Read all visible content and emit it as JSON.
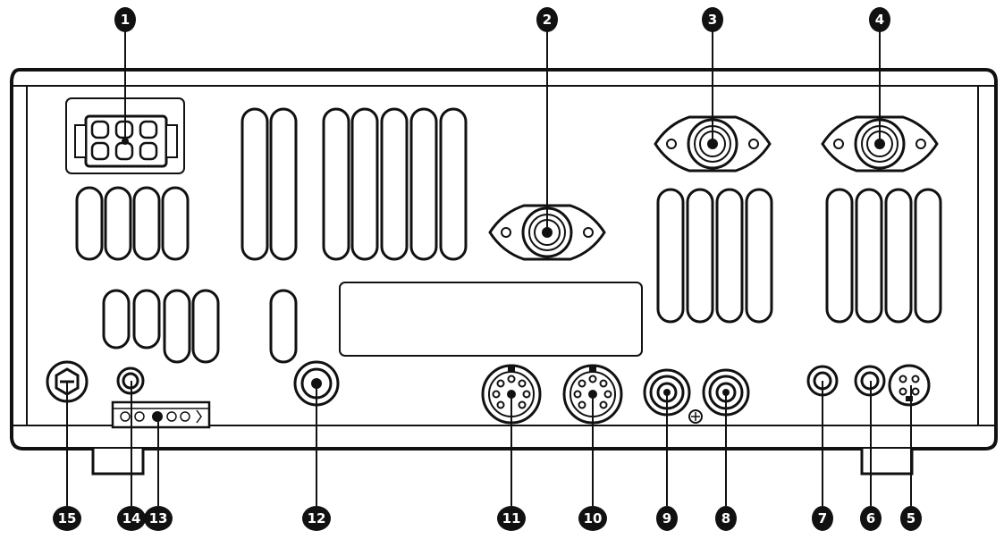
{
  "callouts": [
    {
      "id": 1,
      "label": "1"
    },
    {
      "id": 2,
      "label": "2"
    },
    {
      "id": 3,
      "label": "3"
    },
    {
      "id": 4,
      "label": "4"
    },
    {
      "id": 5,
      "label": "5"
    },
    {
      "id": 6,
      "label": "6"
    },
    {
      "id": 7,
      "label": "7"
    },
    {
      "id": 8,
      "label": "8"
    },
    {
      "id": 9,
      "label": "9"
    },
    {
      "id": 10,
      "label": "10"
    },
    {
      "id": 11,
      "label": "11"
    },
    {
      "id": 12,
      "label": "12"
    },
    {
      "id": 13,
      "label": "13"
    },
    {
      "id": 14,
      "label": "14"
    },
    {
      "id": 15,
      "label": "15"
    }
  ]
}
